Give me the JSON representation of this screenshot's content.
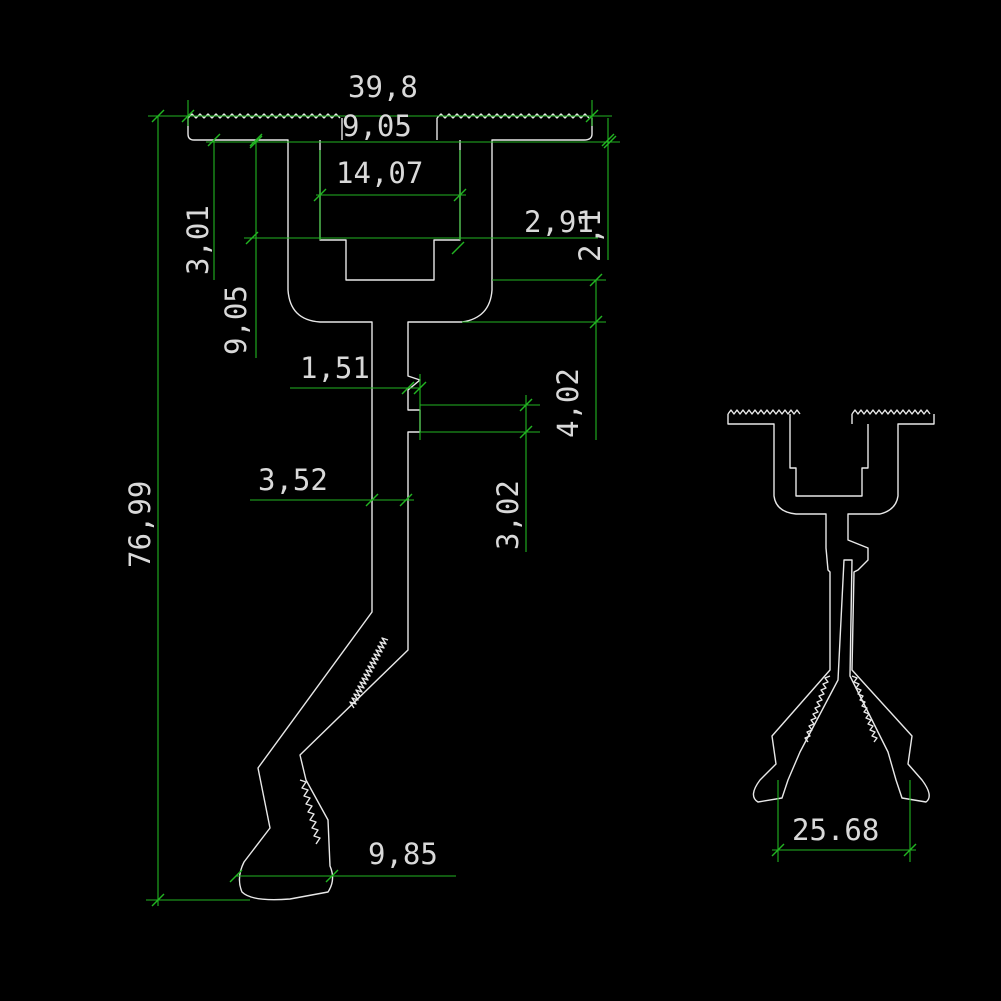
{
  "drawing": {
    "background": "#000000",
    "outline_color": "#e8e8e8",
    "dimension_color": "#22b522",
    "text_color": "#d9d9d9"
  },
  "left_profile": {
    "dimensions": {
      "overall_width": "39,8",
      "flange_span": "9,05",
      "slot_width": "14,07",
      "lip_step": "2,91",
      "lip_height_right": "2,1",
      "flange_thickness": "3,01",
      "flange_depth_left": "9,05",
      "web_notch": "1,51",
      "web_thickness": "3,52",
      "notch_spacing_a": "4,02",
      "notch_spacing_b": "3,02",
      "overall_height": "76,99",
      "foot_width": "9,85"
    }
  },
  "right_profile": {
    "dimensions": {
      "jaw_opening": "25.68"
    }
  }
}
